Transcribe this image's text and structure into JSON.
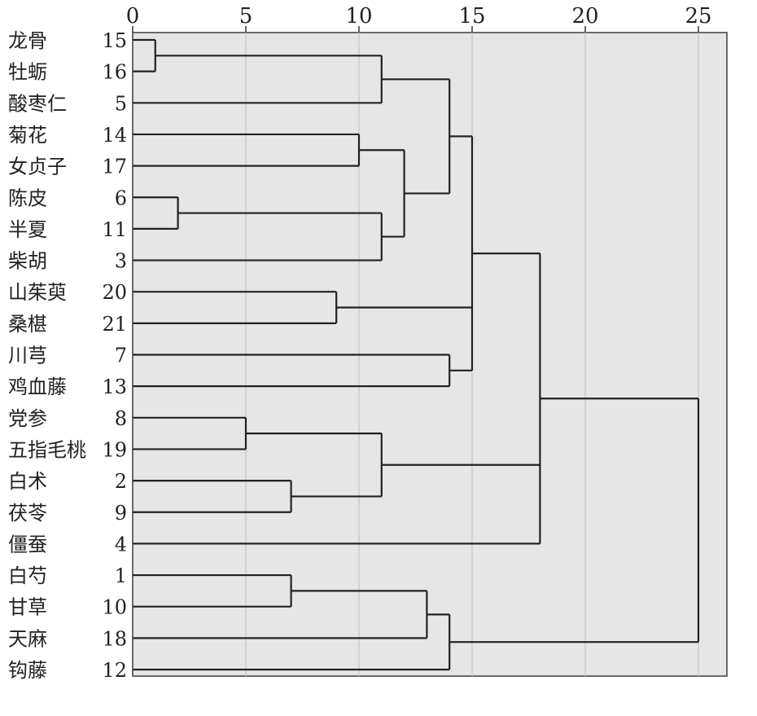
{
  "chart_data": {
    "type": "dendrogram",
    "orientation": "horizontal",
    "axis": {
      "range": [
        0,
        25
      ],
      "ticks": [
        0,
        5,
        10,
        15,
        20,
        25
      ],
      "position": "top",
      "grid": true
    },
    "background": "#e6e6e6",
    "line_color": "#222222",
    "leaves": [
      {
        "label": "龙骨",
        "id": "15"
      },
      {
        "label": "牡蛎",
        "id": "16"
      },
      {
        "label": "酸枣仁",
        "id": "5"
      },
      {
        "label": "菊花",
        "id": "14"
      },
      {
        "label": "女贞子",
        "id": "17"
      },
      {
        "label": "陈皮",
        "id": "6"
      },
      {
        "label": "半夏",
        "id": "11"
      },
      {
        "label": "柴胡",
        "id": "3"
      },
      {
        "label": "山茱萸",
        "id": "20"
      },
      {
        "label": "桑椹",
        "id": "21"
      },
      {
        "label": "川芎",
        "id": "7"
      },
      {
        "label": "鸡血藤",
        "id": "13"
      },
      {
        "label": "党参",
        "id": "8"
      },
      {
        "label": "五指毛桃",
        "id": "19"
      },
      {
        "label": "白术",
        "id": "2"
      },
      {
        "label": "茯苓",
        "id": "9"
      },
      {
        "label": "僵蚕",
        "id": "4"
      },
      {
        "label": "白芍",
        "id": "1"
      },
      {
        "label": "甘草",
        "id": "10"
      },
      {
        "label": "天麻",
        "id": "18"
      },
      {
        "label": "钩藤",
        "id": "12"
      }
    ],
    "merges": [
      {
        "children": [
          "L0",
          "L1"
        ],
        "height": 1,
        "id": "A"
      },
      {
        "children": [
          "L5",
          "L6"
        ],
        "height": 2,
        "id": "B"
      },
      {
        "children": [
          "L12",
          "L13"
        ],
        "height": 5,
        "id": "C"
      },
      {
        "children": [
          "L14",
          "L15"
        ],
        "height": 7,
        "id": "D"
      },
      {
        "children": [
          "L17",
          "L18"
        ],
        "height": 7,
        "id": "E"
      },
      {
        "children": [
          "L8",
          "L9"
        ],
        "height": 9,
        "id": "F"
      },
      {
        "children": [
          "L3",
          "L4"
        ],
        "height": 10,
        "id": "G"
      },
      {
        "children": [
          "A",
          "L2"
        ],
        "height": 11,
        "id": "H"
      },
      {
        "children": [
          "B",
          "L7"
        ],
        "height": 11,
        "id": "I"
      },
      {
        "children": [
          "C",
          "D"
        ],
        "height": 11,
        "id": "J"
      },
      {
        "children": [
          "G",
          "I"
        ],
        "height": 12,
        "id": "K"
      },
      {
        "children": [
          "E",
          "L19"
        ],
        "height": 13,
        "id": "M"
      },
      {
        "children": [
          "H",
          "K"
        ],
        "height": 14,
        "id": "N"
      },
      {
        "children": [
          "L10",
          "L11"
        ],
        "height": 14,
        "id": "O"
      },
      {
        "children": [
          "M",
          "L20"
        ],
        "height": 14,
        "id": "P"
      },
      {
        "children": [
          "N",
          "F",
          "O"
        ],
        "height": 15,
        "id": "Q"
      },
      {
        "children": [
          "Q",
          "J",
          "L16"
        ],
        "height": 18,
        "id": "R"
      },
      {
        "children": [
          "R",
          "P"
        ],
        "height": 25,
        "id": "S"
      }
    ]
  }
}
